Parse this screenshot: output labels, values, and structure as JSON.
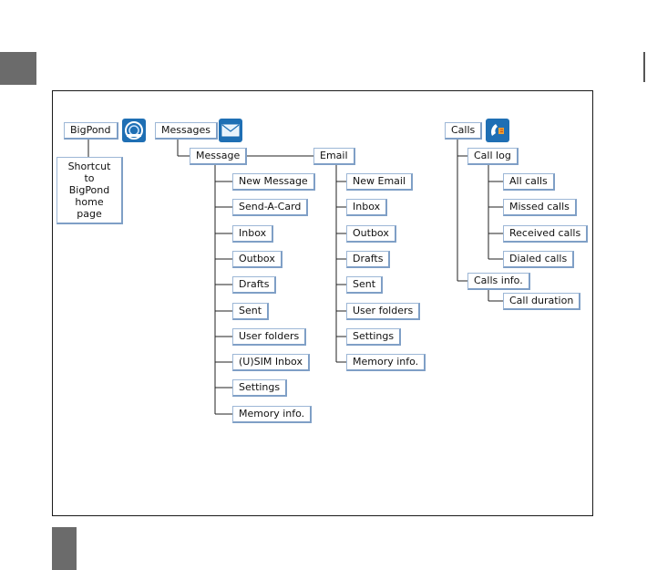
{
  "bigpond": {
    "label": "BigPond",
    "shortcut_text": "Shortcut to BigPond home page"
  },
  "messages": {
    "label": "Messages",
    "message": {
      "label": "Message",
      "items": [
        "New Message",
        "Send-A-Card",
        "Inbox",
        "Outbox",
        "Drafts",
        "Sent",
        "User folders",
        "(U)SIM Inbox",
        "Settings",
        "Memory info."
      ]
    },
    "email": {
      "label": "Email",
      "items": [
        "New Email",
        "Inbox",
        "Outbox",
        "Drafts",
        "Sent",
        "User folders",
        "Settings",
        "Memory info."
      ]
    }
  },
  "calls": {
    "label": "Calls",
    "call_log": {
      "label": "Call log",
      "items": [
        "All calls",
        "Missed calls",
        "Received calls",
        "Dialed calls"
      ]
    },
    "calls_info": {
      "label": "Calls info.",
      "items": [
        "Call duration"
      ]
    }
  },
  "icons": [
    "bigpond-logo-icon",
    "envelope-icon",
    "phone-call-icon"
  ],
  "colors": {
    "box_border": "#9db7d6",
    "icon_blue": "#1f6fb4",
    "side_tab": "#6b6b6b"
  }
}
